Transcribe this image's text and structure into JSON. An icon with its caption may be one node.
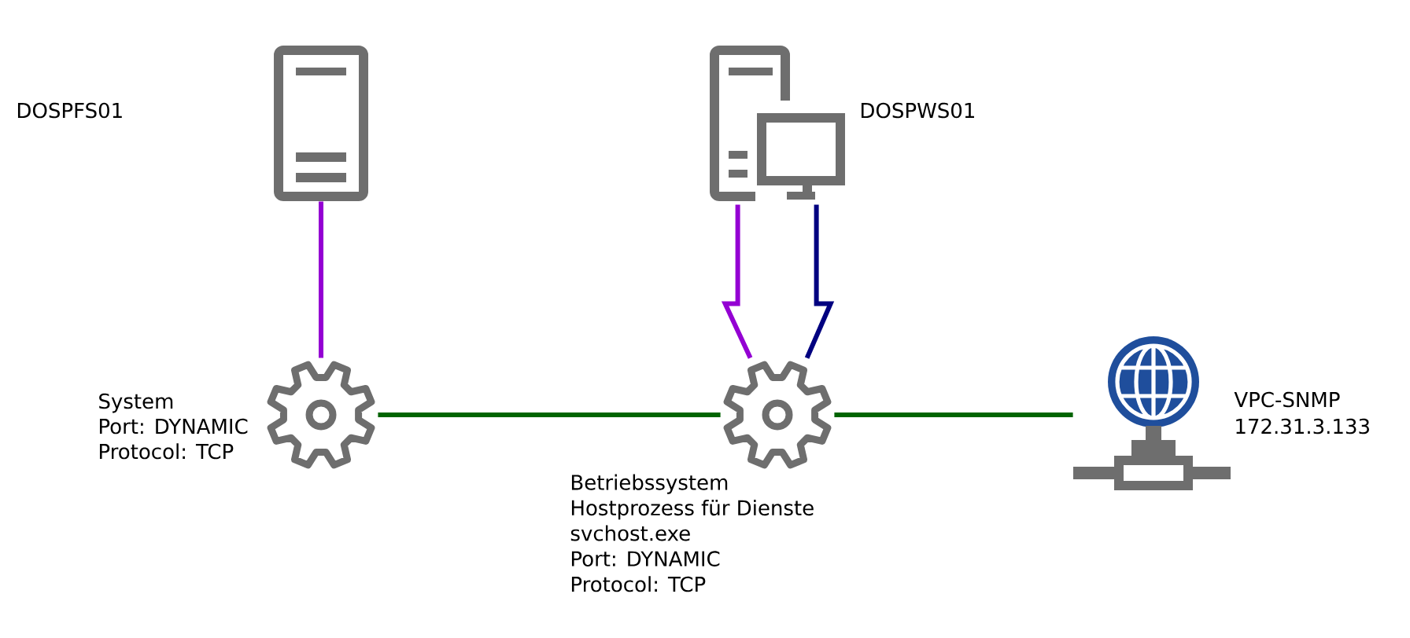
{
  "diagram": {
    "nodes": [
      {
        "text": [],
        "shape": "picture"
      },
      {
        "text": [],
        "shape": "picture",
        "beside": [
          "DOSPWS01"
        ]
      },
      {
        "text": [],
        "shape": "picture",
        "beside": [
          "System",
          "Port: DYNAMIC",
          "Protocol: TCP"
        ]
      },
      {
        "text": [],
        "shape": "picture",
        "beside": [
          "Betriebssystem",
          "Hostprozess für Dienste",
          "svchost.exe",
          "Port: DYNAMIC",
          "Protocol: TCP"
        ]
      },
      {
        "text": [],
        "shape": "picture",
        "beside": [
          "VPC-SNMP",
          "172.31.3.133"
        ]
      }
    ],
    "edges": [
      {
        "from": 0,
        "to": 2,
        "arrow": "none",
        "color": "#9400d3"
      },
      {
        "from": 1,
        "to": 3,
        "arrow": "none",
        "color": "#9400d3"
      },
      {
        "from": 1,
        "to": 3,
        "arrow": "none",
        "color": "#000080"
      },
      {
        "from": 2,
        "to": 3,
        "arrow": "none",
        "color": "#006400"
      },
      {
        "from": 3,
        "to": 4,
        "arrow": "none",
        "color": "#006400"
      }
    ],
    "labels": [
      "DOSPFS01"
    ]
  }
}
